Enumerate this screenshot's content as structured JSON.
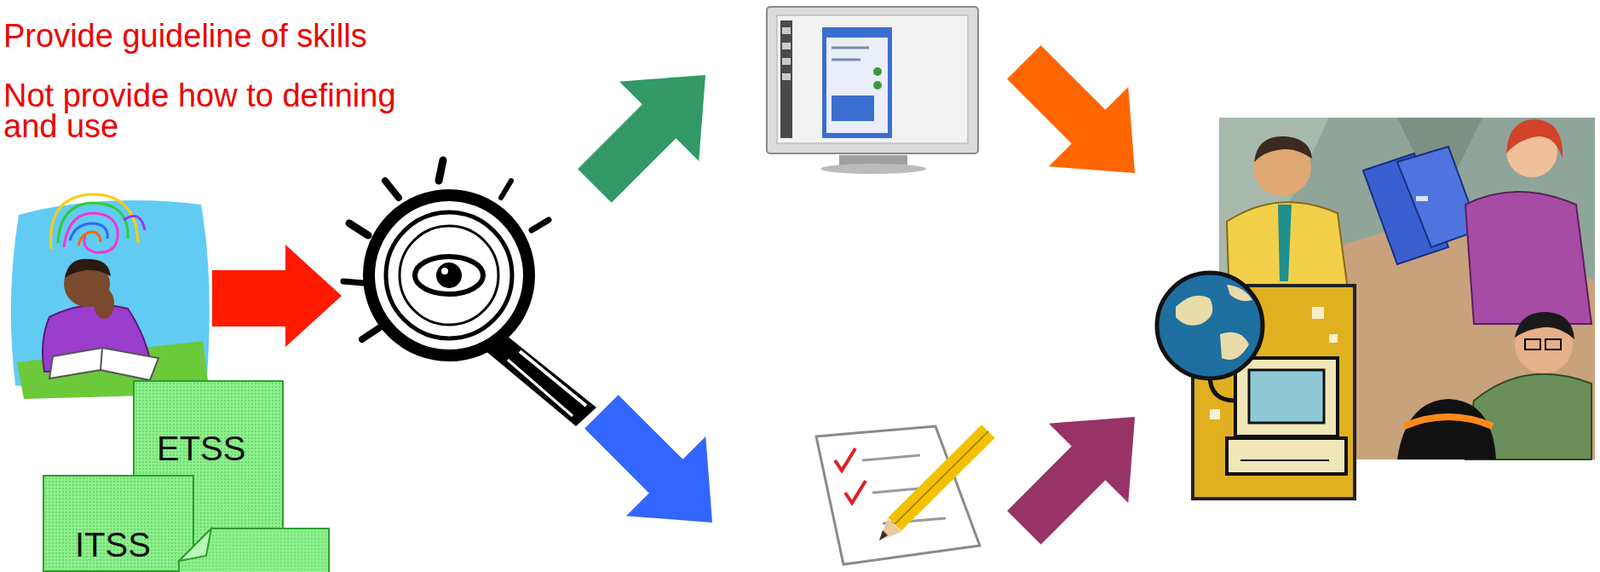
{
  "diagram": {
    "nodes": [
      {
        "text": [
          "ETSS"
        ]
      },
      {
        "text": [
          "ITSS"
        ]
      }
    ],
    "labels": [
      "Provide guideline of skills",
      "Not provide how to defining and use"
    ]
  }
}
